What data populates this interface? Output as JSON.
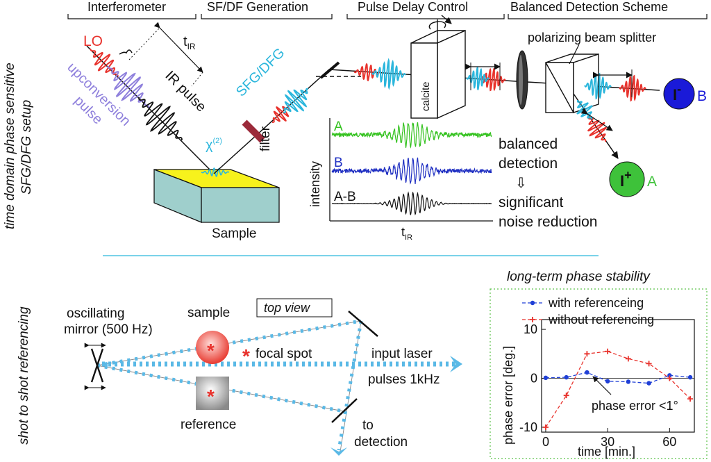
{
  "sections": {
    "interferometer": "Interferometer",
    "sfdf": "SF/DF Generation",
    "delay": "Pulse Delay Control",
    "balanced": "Balanced Detection Scheme"
  },
  "side_titles": {
    "top_line1": "time domain phase sensitive",
    "top_line2": "SFG/DFG setup",
    "bottom": "shot to shot referencing"
  },
  "top": {
    "lo": "LO",
    "t_ir": "t",
    "t_ir_sub": "IR",
    "ir_pulse": "IR pulse",
    "upconv1": "upconversion",
    "upconv2": "pulse",
    "chi": "χ",
    "chi_sup": "(2)",
    "sfg_dfg": "SFG/DFG",
    "filter": "filter",
    "sample": "Sample",
    "calcite": "calcite",
    "pbs": "polarizing beam splitter",
    "sig_a": "A",
    "sig_b": "B",
    "sig_ab": "A-B",
    "intensity": "intensity",
    "tir_axis": "t",
    "tir_axis_sub": "IR",
    "balanced1": "balanced",
    "balanced2": "detection",
    "arrow_glyph": "⇩",
    "sig1": "significant",
    "sig2": "noise reduction",
    "det_minus": "I",
    "det_minus_sup": "-",
    "det_minus_label": "B",
    "det_plus": "I",
    "det_plus_sup": "+",
    "det_plus_label": "A"
  },
  "bottom": {
    "osc1": "oscillating",
    "osc2": "mirror (500 Hz)",
    "sample": "sample",
    "top_view": "top view",
    "focal_star": "*",
    "focal": "focal spot",
    "input1": "input laser",
    "input2": "pulses 1kHz",
    "reference": "reference",
    "to1": "to",
    "to2": "detection"
  },
  "colors": {
    "lo": "#e8322c",
    "upconv": "#8e7fdc",
    "sfg": "#2bb6dc",
    "beam_dots": "#5ab9e6",
    "green_sig": "#34c21f",
    "blue_sig": "#1f2fc2",
    "det_blue": "#1a1ad8",
    "det_green": "#3ec23a",
    "sample_top": "#f7f21c",
    "sample_side": "#9fcfcc",
    "filter": "#9b2a3a"
  },
  "chart_data": {
    "type": "line",
    "title": "long-term phase stability",
    "xlabel": "time [min.]",
    "ylabel": "phase error [deg.]",
    "xlim": [
      -2,
      72
    ],
    "ylim": [
      -11,
      12
    ],
    "xticks": [
      0,
      30,
      60
    ],
    "yticks": [
      10,
      0,
      -10
    ],
    "legend": "top",
    "annotation": "phase error <1°",
    "series": [
      {
        "name": "with referenceing",
        "color": "#1f3fd6",
        "marker": "circle",
        "x": [
          0,
          10,
          20,
          30,
          40,
          50,
          60,
          70
        ],
        "y": [
          0.1,
          0.2,
          1.2,
          -0.6,
          -0.7,
          -1.0,
          0.6,
          0.2
        ]
      },
      {
        "name": "without referencing",
        "color": "#e8322c",
        "marker": "plus",
        "x": [
          0,
          10,
          20,
          30,
          40,
          50,
          60,
          70
        ],
        "y": [
          -10.0,
          -3.5,
          5.0,
          5.5,
          4.0,
          3.0,
          0.0,
          -4.2
        ]
      }
    ]
  }
}
